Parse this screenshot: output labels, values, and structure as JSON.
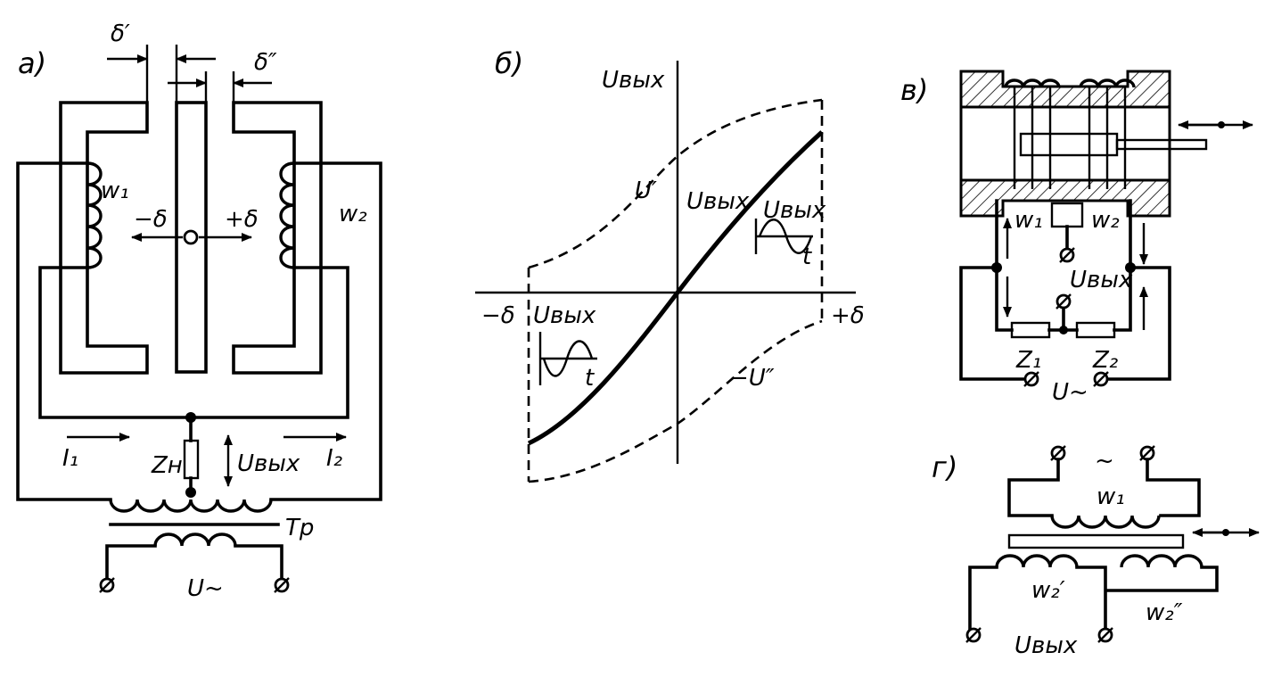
{
  "panel_a": {
    "letter": "а)",
    "gap_left": "δ′",
    "gap_right": "δ″",
    "winding_1": "w₁",
    "winding_2": "w₂",
    "shift_minus": "−δ",
    "shift_plus": "+δ",
    "current_1": "I₁",
    "current_2": "I₂",
    "load": "Zн",
    "output": "Uвых",
    "transformer": "Тр",
    "supply": "U~"
  },
  "panel_b": {
    "letter": "б)",
    "axis_y": "Uвых",
    "axis_x_minus": "−δ",
    "axis_x_plus": "+δ",
    "upper_curve": "U′",
    "lower_curve": "−U″",
    "mid_curve": "Uвых",
    "inset_right": "Uвых",
    "inset_left": "Uвых",
    "time_right": "t",
    "time_left": "t"
  },
  "panel_c": {
    "letter": "в)",
    "winding_1": "w₁",
    "winding_2": "w₂",
    "output": "Uвых",
    "z1": "Z₁",
    "z2": "Z₂",
    "supply": "U~"
  },
  "panel_d": {
    "letter": "г)",
    "supply": "~",
    "primary": "w₁",
    "secondary_1": "w₂′",
    "secondary_2": "w₂″",
    "output": "Uвых"
  }
}
